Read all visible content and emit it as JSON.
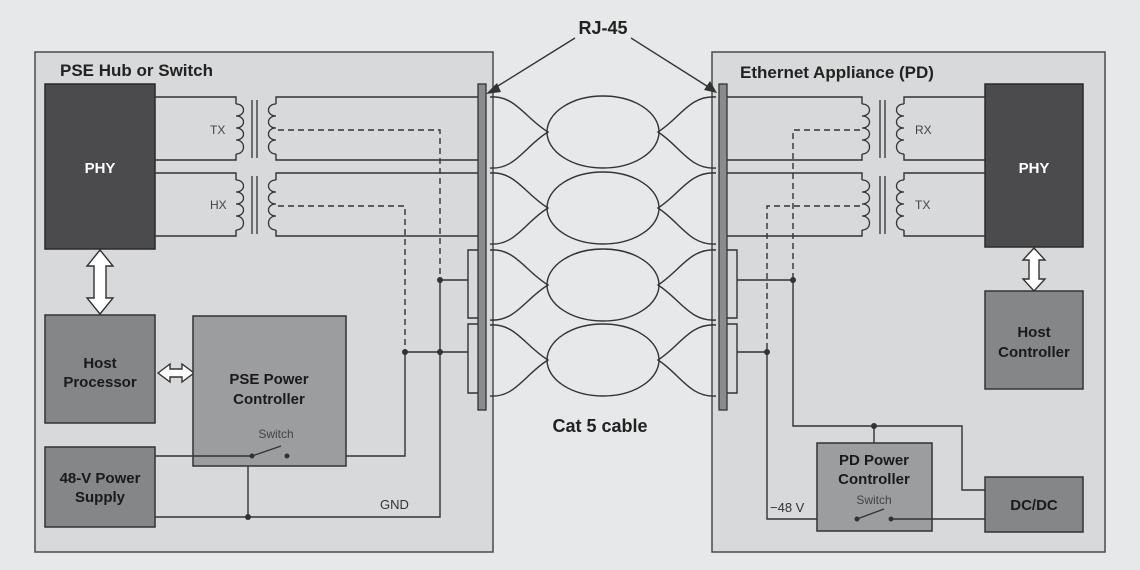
{
  "connector_label": "RJ-45",
  "cable_label": "Cat 5 cable",
  "left_panel": {
    "title": "PSE Hub or Switch",
    "phy": "PHY",
    "tx": "TX",
    "hx": "HX",
    "host_processor": [
      "Host",
      "Processor"
    ],
    "pse_power_controller": [
      "PSE Power",
      "Controller"
    ],
    "switch_label": "Switch",
    "power_supply": [
      "48-V Power",
      "Supply"
    ],
    "gnd": "GND"
  },
  "right_panel": {
    "title": "Ethernet Appliance (PD)",
    "phy": "PHY",
    "rx": "RX",
    "tx": "TX",
    "host_controller": [
      "Host",
      "Controller"
    ],
    "pd_power_controller": [
      "PD Power",
      "Controller"
    ],
    "switch_label": "Switch",
    "neg48v": "−48 V",
    "dcdc": "DC/DC"
  }
}
